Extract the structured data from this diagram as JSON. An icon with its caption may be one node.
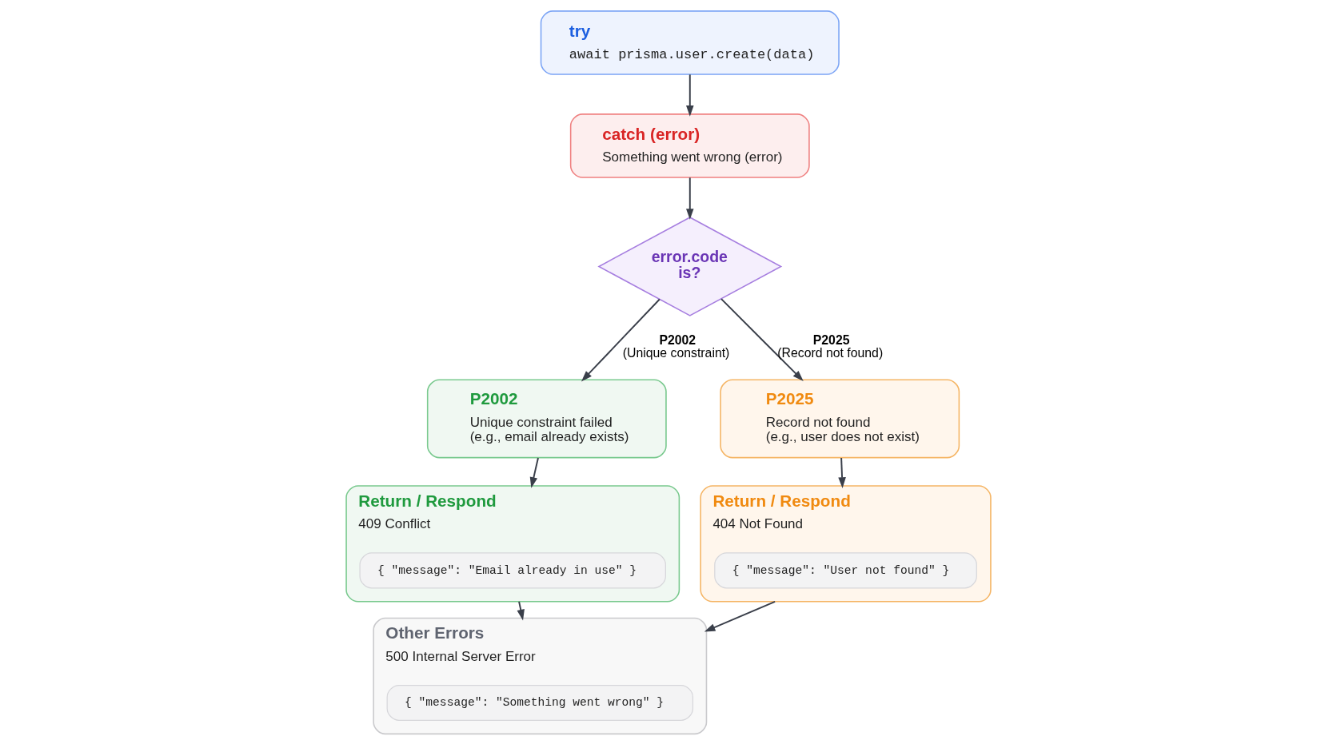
{
  "diagram": {
    "nodes": [
      {
        "text": [
          "try",
          "await prisma.user.create(data)"
        ]
      },
      {
        "text": [
          "catch (error)",
          "Something went wrong (error)"
        ]
      },
      {
        "text": [
          "error.code is?"
        ]
      },
      {
        "text": [
          "P2002",
          "Unique constraint failed (e.g., email already exists)"
        ]
      },
      {
        "text": [
          "P2025",
          "Record not found (e.g., user does not exist)"
        ]
      },
      {
        "text": [
          "Return / Respond",
          "409 Conflict"
        ]
      },
      {
        "text": [
          "{ \"message\": \"Email already in use\" }"
        ],
        "in": 5
      },
      {
        "text": [
          "Return / Respond",
          "404 Not Found"
        ]
      },
      {
        "text": [
          "{ \"message\": \"User not found\" }"
        ],
        "in": 7
      },
      {
        "text": [
          "Other Errors",
          "500 Internal Server Error"
        ]
      },
      {
        "text": [
          "{ \"message\": \"Something went wrong\" }"
        ],
        "in": 9
      }
    ],
    "edges": [
      {
        "from": 0,
        "to": 1,
        "arrow": "to"
      },
      {
        "from": 1,
        "to": 2,
        "arrow": "to"
      },
      {
        "from": 2,
        "to": 3,
        "arrow": "to",
        "label": "P2002 (Unique constraint)"
      },
      {
        "from": 2,
        "to": 4,
        "arrow": "to",
        "label": "P2025 (Record not found)"
      },
      {
        "from": 3,
        "to": 5,
        "arrow": "to"
      },
      {
        "from": 4,
        "to": 7,
        "arrow": "to"
      },
      {
        "from": 5,
        "to": 9,
        "arrow": "to"
      },
      {
        "from": 7,
        "to": 9,
        "arrow": "to"
      }
    ]
  }
}
